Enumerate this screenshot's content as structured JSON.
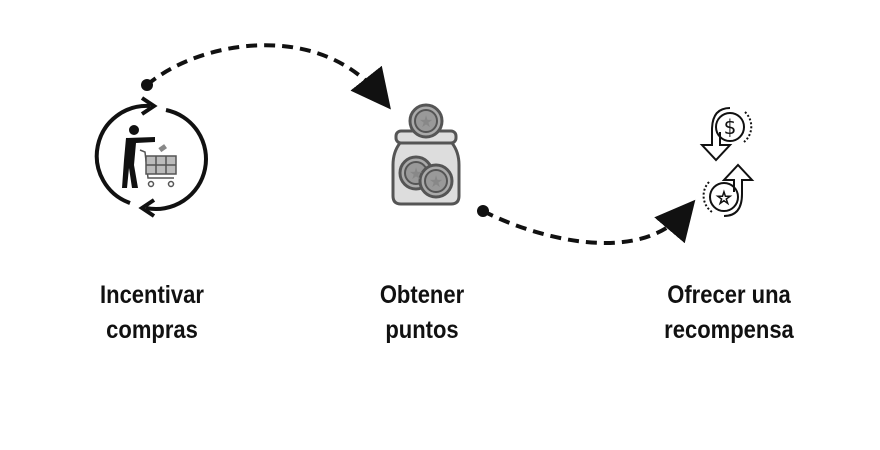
{
  "steps": [
    {
      "label_line1": "Incentivar",
      "label_line2": "compras",
      "icon": "shopping-cycle-icon"
    },
    {
      "label_line1": "Obtener",
      "label_line2": "puntos",
      "icon": "coin-jar-icon"
    },
    {
      "label_line1": "Ofrecer una",
      "label_line2": "recompensa",
      "icon": "reward-exchange-icon"
    }
  ],
  "colors": {
    "ink": "#111111",
    "grey": "#8a8a8a",
    "dark_grey": "#555555"
  }
}
